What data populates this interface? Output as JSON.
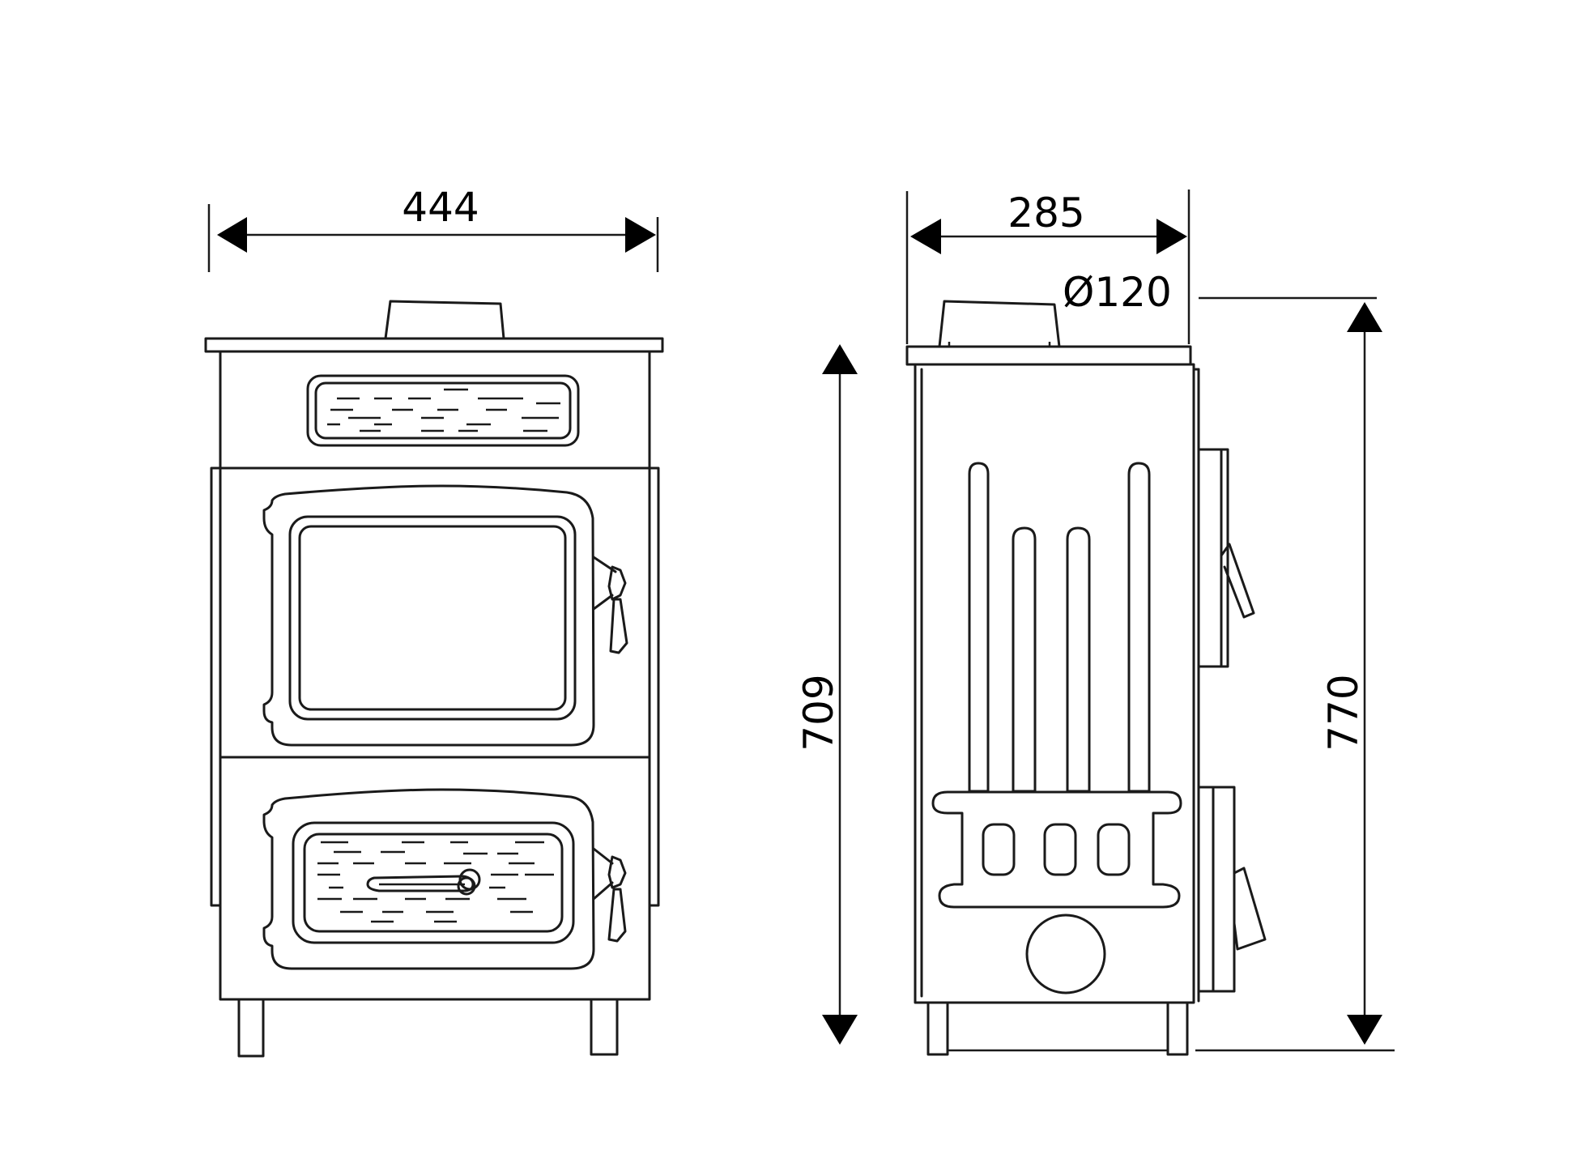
{
  "dimensions": {
    "front_width": "444",
    "side_depth": "285",
    "flue_diameter": "Ø120",
    "body_height": "709",
    "total_height": "770"
  },
  "colors": {
    "line": "#1a1a1a",
    "arrow": "#000000",
    "background": "#ffffff"
  }
}
